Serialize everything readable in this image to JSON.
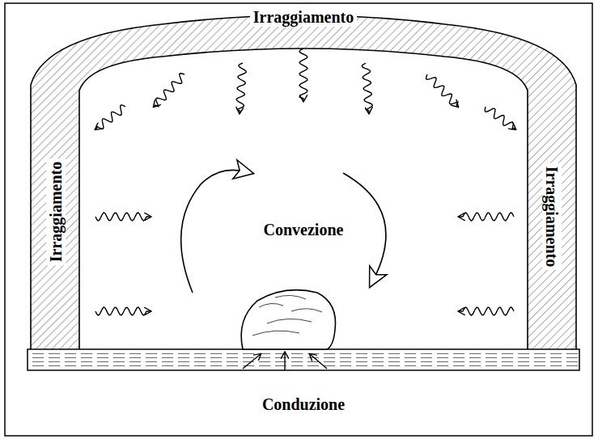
{
  "diagram": {
    "labels": [
      "Irraggiamento",
      "Irraggiamento",
      "Convezione",
      "Irraggiamento",
      "Conduzione"
    ]
  }
}
